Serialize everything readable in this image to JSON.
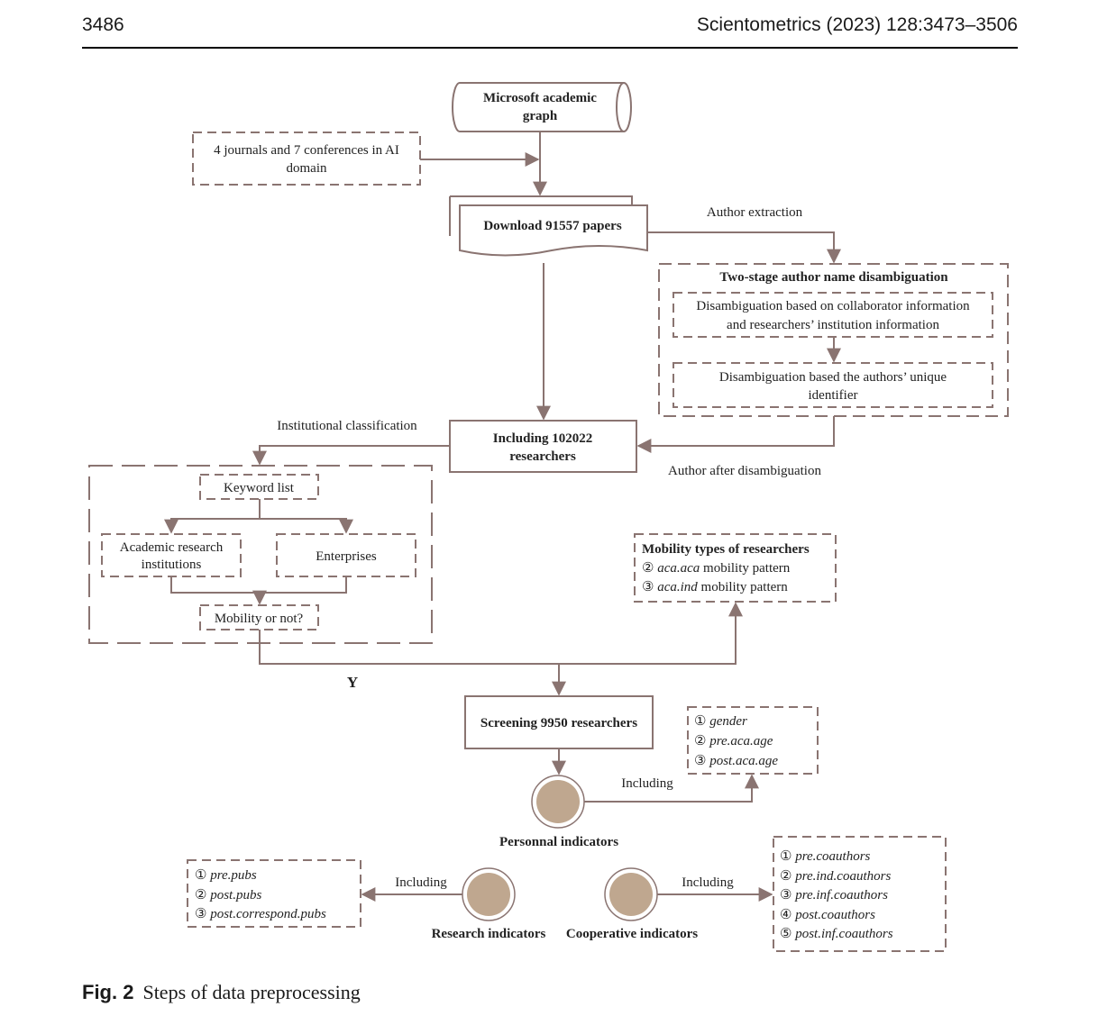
{
  "header": {
    "page_number": "3486",
    "journal": "Scientometrics (2023) 128:3473–3506"
  },
  "nodes": {
    "mag": [
      "Microsoft academic",
      "graph"
    ],
    "sources": [
      "4 journals and 7 conferences in AI",
      "domain"
    ],
    "download": "Download 91557 papers",
    "author_extraction": "Author extraction",
    "disambig_title": "Two-stage author name disambiguation",
    "disambig_step1": [
      "Disambiguation based on collaborator information",
      "and researchers’  institution information"
    ],
    "disambig_step2": [
      "Disambiguation based the authors’  unique",
      "identifier"
    ],
    "including": [
      "Including 102022",
      "researchers"
    ],
    "inst_class": "Institutional classification",
    "author_after": "Author after disambiguation",
    "keyword_list": "Keyword list",
    "academic": [
      "Academic research",
      "institutions"
    ],
    "enterprises": "Enterprises",
    "mobility_q": "Mobility or not?",
    "mobility_types": {
      "title": "Mobility types of researchers",
      "items": [
        {
          "num": "②",
          "it": "aca.aca",
          "rest": " mobility pattern"
        },
        {
          "num": "③",
          "it": "aca.ind",
          "rest": " mobility pattern"
        }
      ]
    },
    "yes": "Y",
    "screening": "Screening 9950 researchers",
    "personal_vars": [
      {
        "num": "①",
        "it": "gender"
      },
      {
        "num": "②",
        "it": "pre.aca.age"
      },
      {
        "num": "③",
        "it": "post.aca.age"
      }
    ],
    "including_label": "Including",
    "personal_ind": "Personnal indicators",
    "research_ind": "Research indicators",
    "coop_ind": "Cooperative indicators",
    "research_vars": [
      {
        "num": "①",
        "it": "pre.pubs"
      },
      {
        "num": "②",
        "it": "post.pubs"
      },
      {
        "num": "③",
        "it": "post.correspond.pubs"
      }
    ],
    "coop_vars": [
      {
        "num": "①",
        "it": "pre.coauthors"
      },
      {
        "num": "②",
        "it": "pre.ind.coauthors"
      },
      {
        "num": "③",
        "it": "pre.inf.coauthors"
      },
      {
        "num": "④",
        "it": "post.coauthors"
      },
      {
        "num": "⑤",
        "it": "post.inf.coauthors"
      }
    ]
  },
  "caption": {
    "label": "Fig. 2",
    "text": "Steps of data preprocessing"
  },
  "colors": {
    "line": "#8a7471",
    "circle_fill": "#bfa78f",
    "text": "#222222"
  }
}
